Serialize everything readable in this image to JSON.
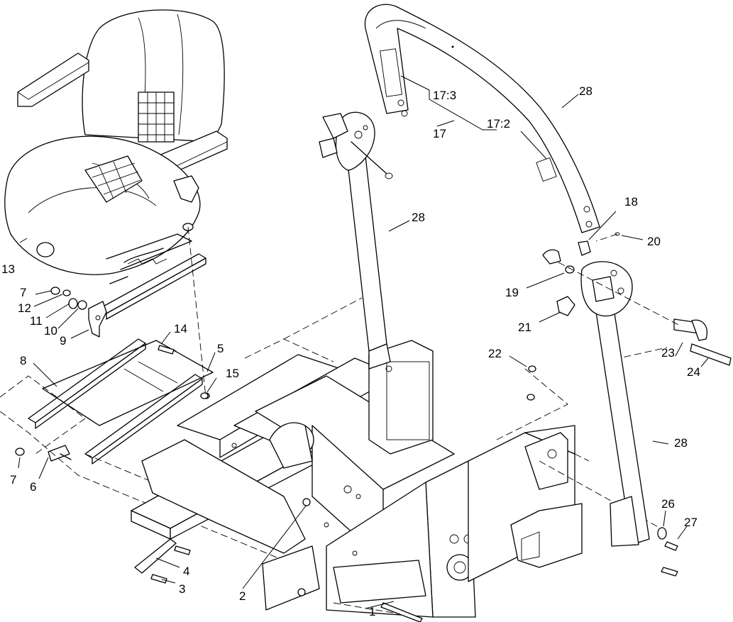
{
  "diagram": {
    "callouts": [
      {
        "id": "c1",
        "text": "1"
      },
      {
        "id": "c2",
        "text": "2"
      },
      {
        "id": "c3",
        "text": "3"
      },
      {
        "id": "c4",
        "text": "4"
      },
      {
        "id": "c5",
        "text": "5"
      },
      {
        "id": "c6",
        "text": "6"
      },
      {
        "id": "c7a",
        "text": "7"
      },
      {
        "id": "c7b",
        "text": "7"
      },
      {
        "id": "c8",
        "text": "8"
      },
      {
        "id": "c9",
        "text": "9"
      },
      {
        "id": "c10",
        "text": "10"
      },
      {
        "id": "c11",
        "text": "11"
      },
      {
        "id": "c12",
        "text": "12"
      },
      {
        "id": "c13",
        "text": "13"
      },
      {
        "id": "c14",
        "text": "14"
      },
      {
        "id": "c15",
        "text": "15"
      },
      {
        "id": "c17",
        "text": "17"
      },
      {
        "id": "c17_2",
        "text": "17:2"
      },
      {
        "id": "c17_3",
        "text": "17:3"
      },
      {
        "id": "c18",
        "text": "18"
      },
      {
        "id": "c19",
        "text": "19"
      },
      {
        "id": "c20",
        "text": "20"
      },
      {
        "id": "c21",
        "text": "21"
      },
      {
        "id": "c22",
        "text": "22"
      },
      {
        "id": "c23",
        "text": "23"
      },
      {
        "id": "c24",
        "text": "24"
      },
      {
        "id": "c26",
        "text": "26"
      },
      {
        "id": "c27",
        "text": "27"
      },
      {
        "id": "c28a",
        "text": "28"
      },
      {
        "id": "c28b",
        "text": "28"
      },
      {
        "id": "c28c",
        "text": "28"
      }
    ]
  }
}
